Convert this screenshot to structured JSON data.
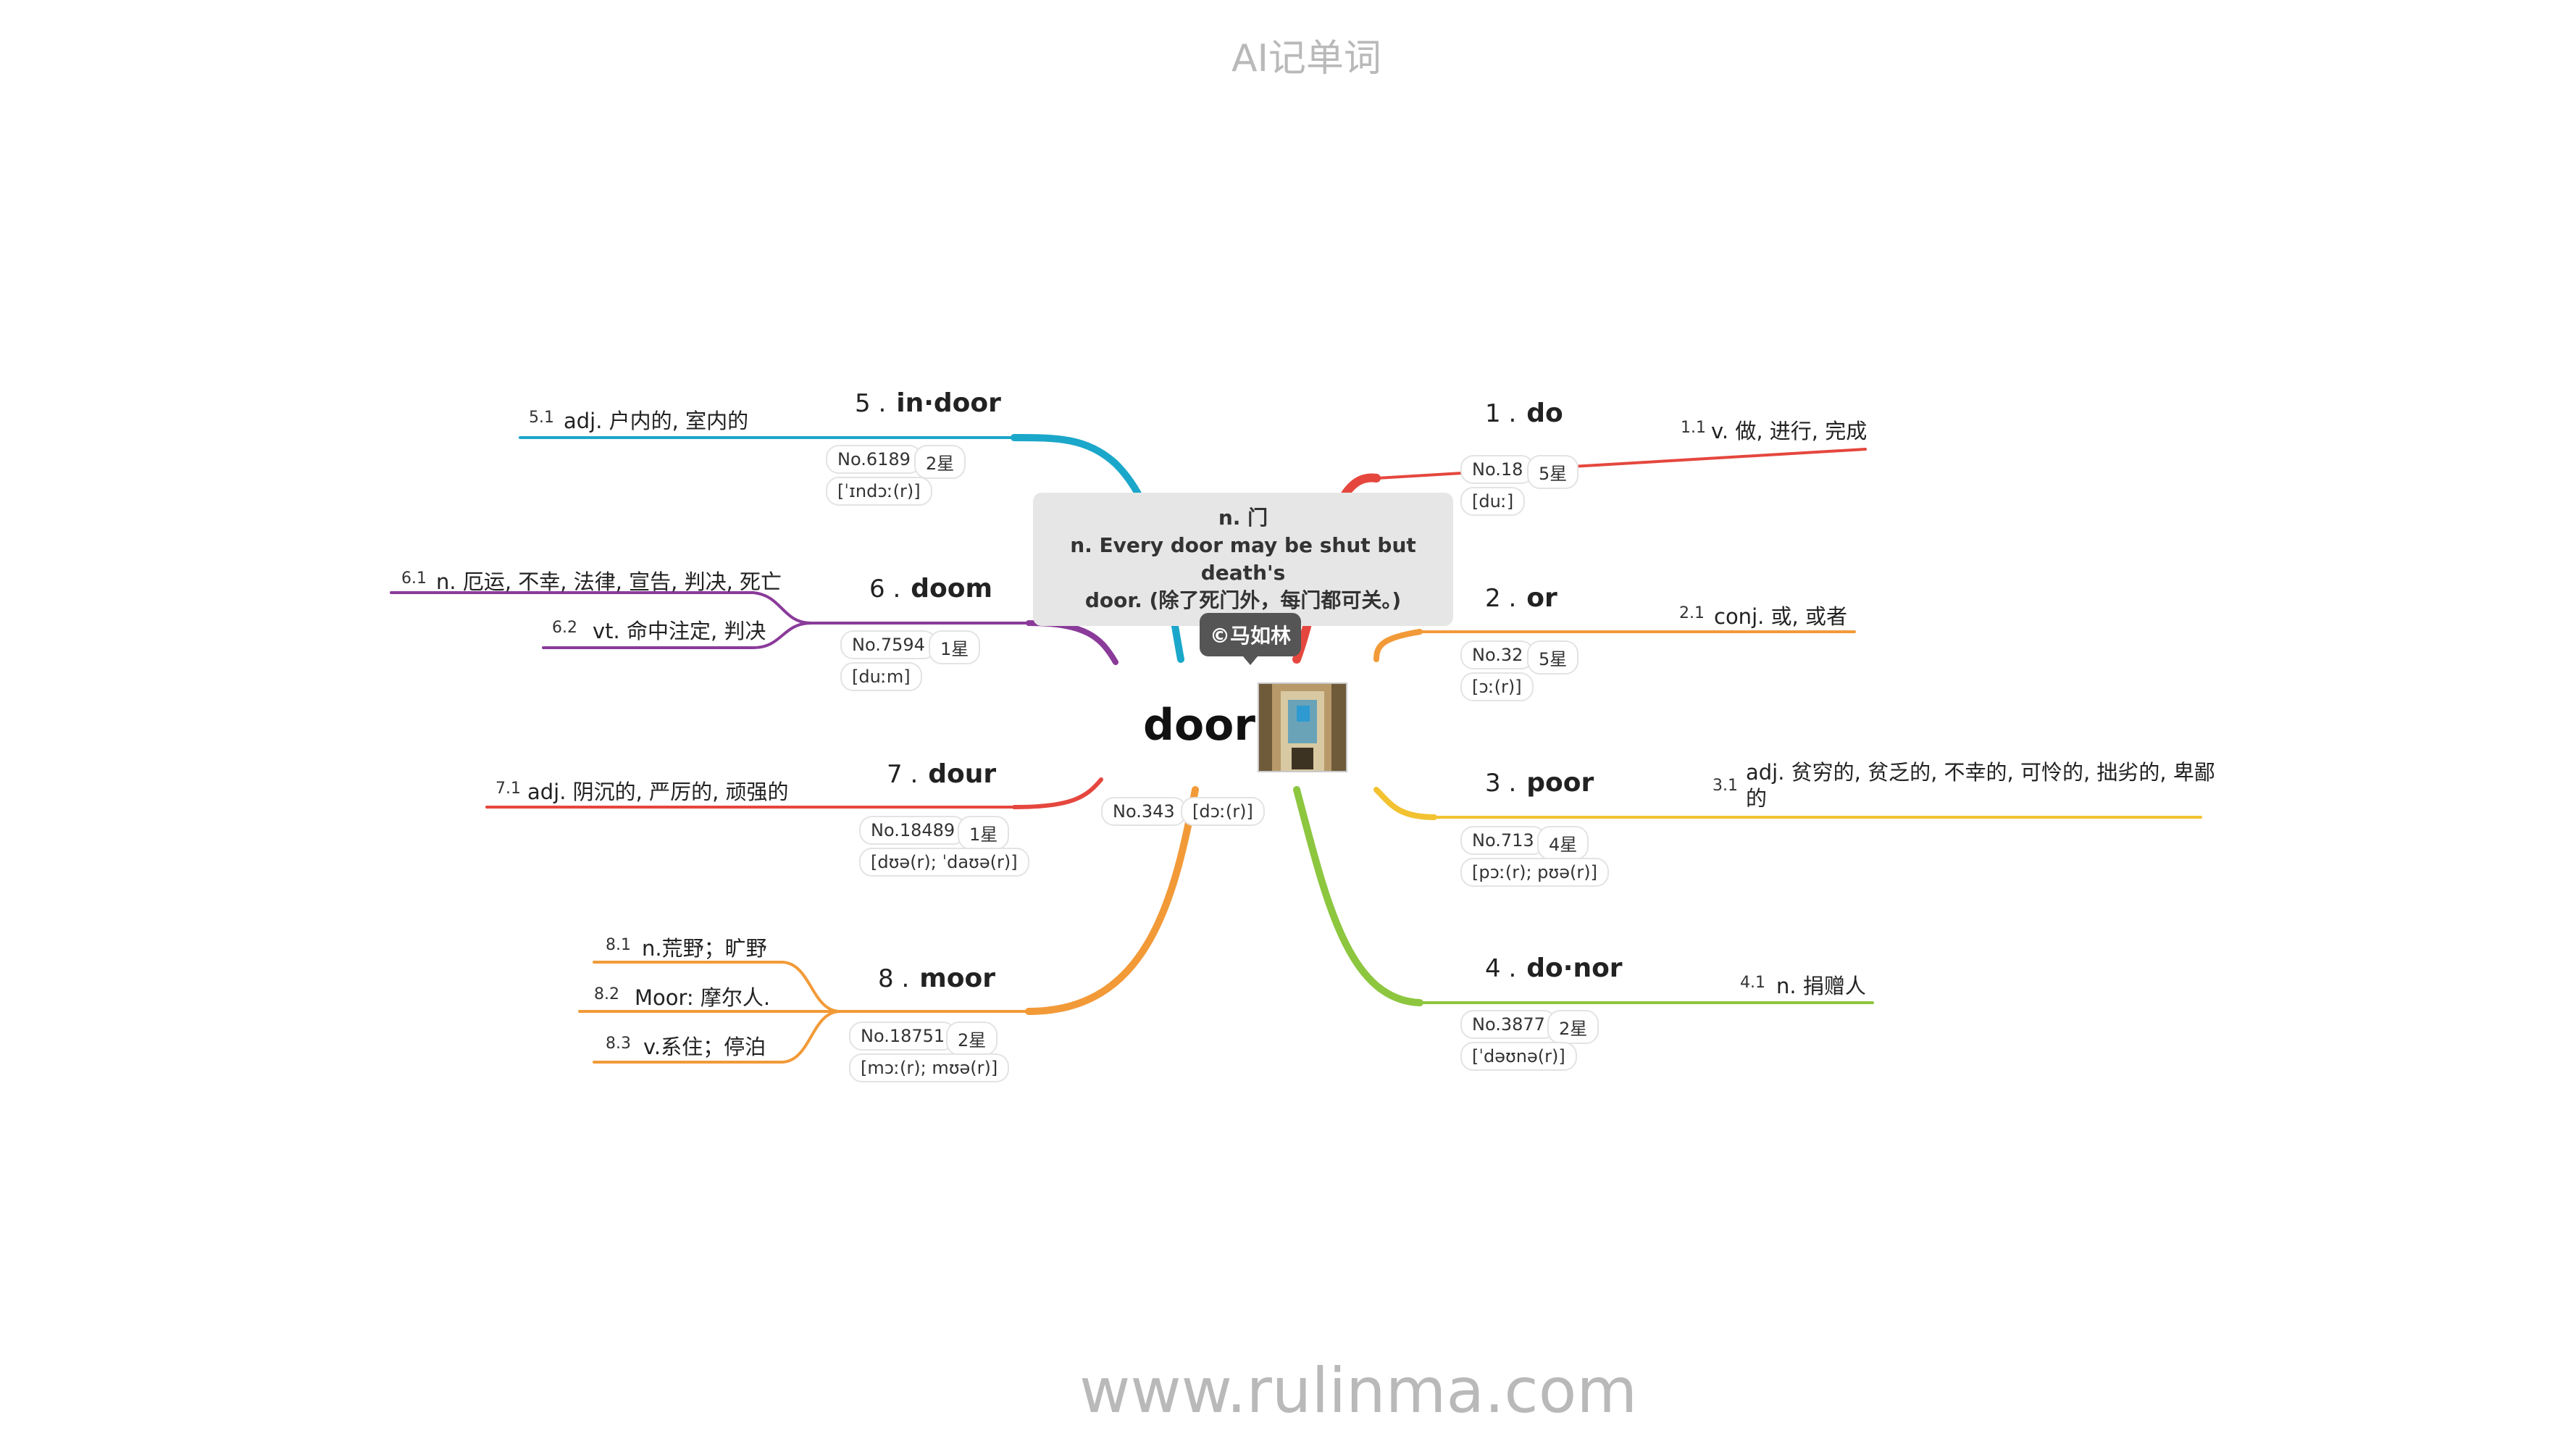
{
  "header": {
    "title": "AI记单词"
  },
  "footer": {
    "url": "www.rulinma.com"
  },
  "center": {
    "word": "door",
    "number": "No.343",
    "phonetic": "[dɔː(r)]",
    "note": [
      "n. 门",
      "n. Every door may be shut but death's",
      "door. (除了死门外，每门都可关。)"
    ],
    "author": "©马如林"
  },
  "branches": [
    {
      "num": "1",
      "word": "do",
      "rank": "No.18",
      "stars": "5星",
      "phonetic": "[duː]",
      "color": "#e5473e",
      "defs": [
        {
          "num": "1.1",
          "text": "v. 做, 进行, 完成"
        }
      ]
    },
    {
      "num": "2",
      "word": "or",
      "rank": "No.32",
      "stars": "5星",
      "phonetic": "[ɔː(r)]",
      "color": "#f29a38",
      "defs": [
        {
          "num": "2.1",
          "text": "conj. 或, 或者"
        }
      ]
    },
    {
      "num": "3",
      "word": "poor",
      "rank": "No.713",
      "stars": "4星",
      "phonetic": "[pɔː(r); pʊə(r)]",
      "color": "#f2c230",
      "defs": [
        {
          "num": "3.1",
          "text": "adj. 贫穷的, 贫乏的, 不幸的, 可怜的, 拙劣的, 卑鄙",
          "text2": "的"
        }
      ]
    },
    {
      "num": "4",
      "word": "do·nor",
      "rank": "No.3877",
      "stars": "2星",
      "phonetic": "[ˈdəʊnə(r)]",
      "color": "#8dc63f",
      "defs": [
        {
          "num": "4.1",
          "text": "n. 捐赠人"
        }
      ]
    },
    {
      "num": "5",
      "word": "in·door",
      "rank": "No.6189",
      "stars": "2星",
      "phonetic": "[ˈɪndɔː(r)]",
      "color": "#1ba7c9",
      "defs": [
        {
          "num": "5.1",
          "text": "adj. 户内的, 室内的"
        }
      ]
    },
    {
      "num": "6",
      "word": "doom",
      "rank": "No.7594",
      "stars": "1星",
      "phonetic": "[duːm]",
      "color": "#8a3b9a",
      "defs": [
        {
          "num": "6.1",
          "text": "n. 厄运, 不幸, 法律, 宣告, 判决, 死亡"
        },
        {
          "num": "6.2",
          "text": "vt. 命中注定, 判决"
        }
      ]
    },
    {
      "num": "7",
      "word": "dour",
      "rank": "No.18489",
      "stars": "1星",
      "phonetic": "[dʊə(r); ˈdaʊə(r)]",
      "color": "#e5473e",
      "defs": [
        {
          "num": "7.1",
          "text": "adj. 阴沉的, 严厉的, 顽强的"
        }
      ]
    },
    {
      "num": "8",
      "word": "moor",
      "rank": "No.18751",
      "stars": "2星",
      "phonetic": "[mɔː(r); mʊə(r)]",
      "color": "#f29a38",
      "defs": [
        {
          "num": "8.1",
          "text": "n.荒野；旷野"
        },
        {
          "num": "8.2",
          "text": "Moor: 摩尔人."
        },
        {
          "num": "8.3",
          "text": "v.系住；停泊"
        }
      ]
    }
  ]
}
